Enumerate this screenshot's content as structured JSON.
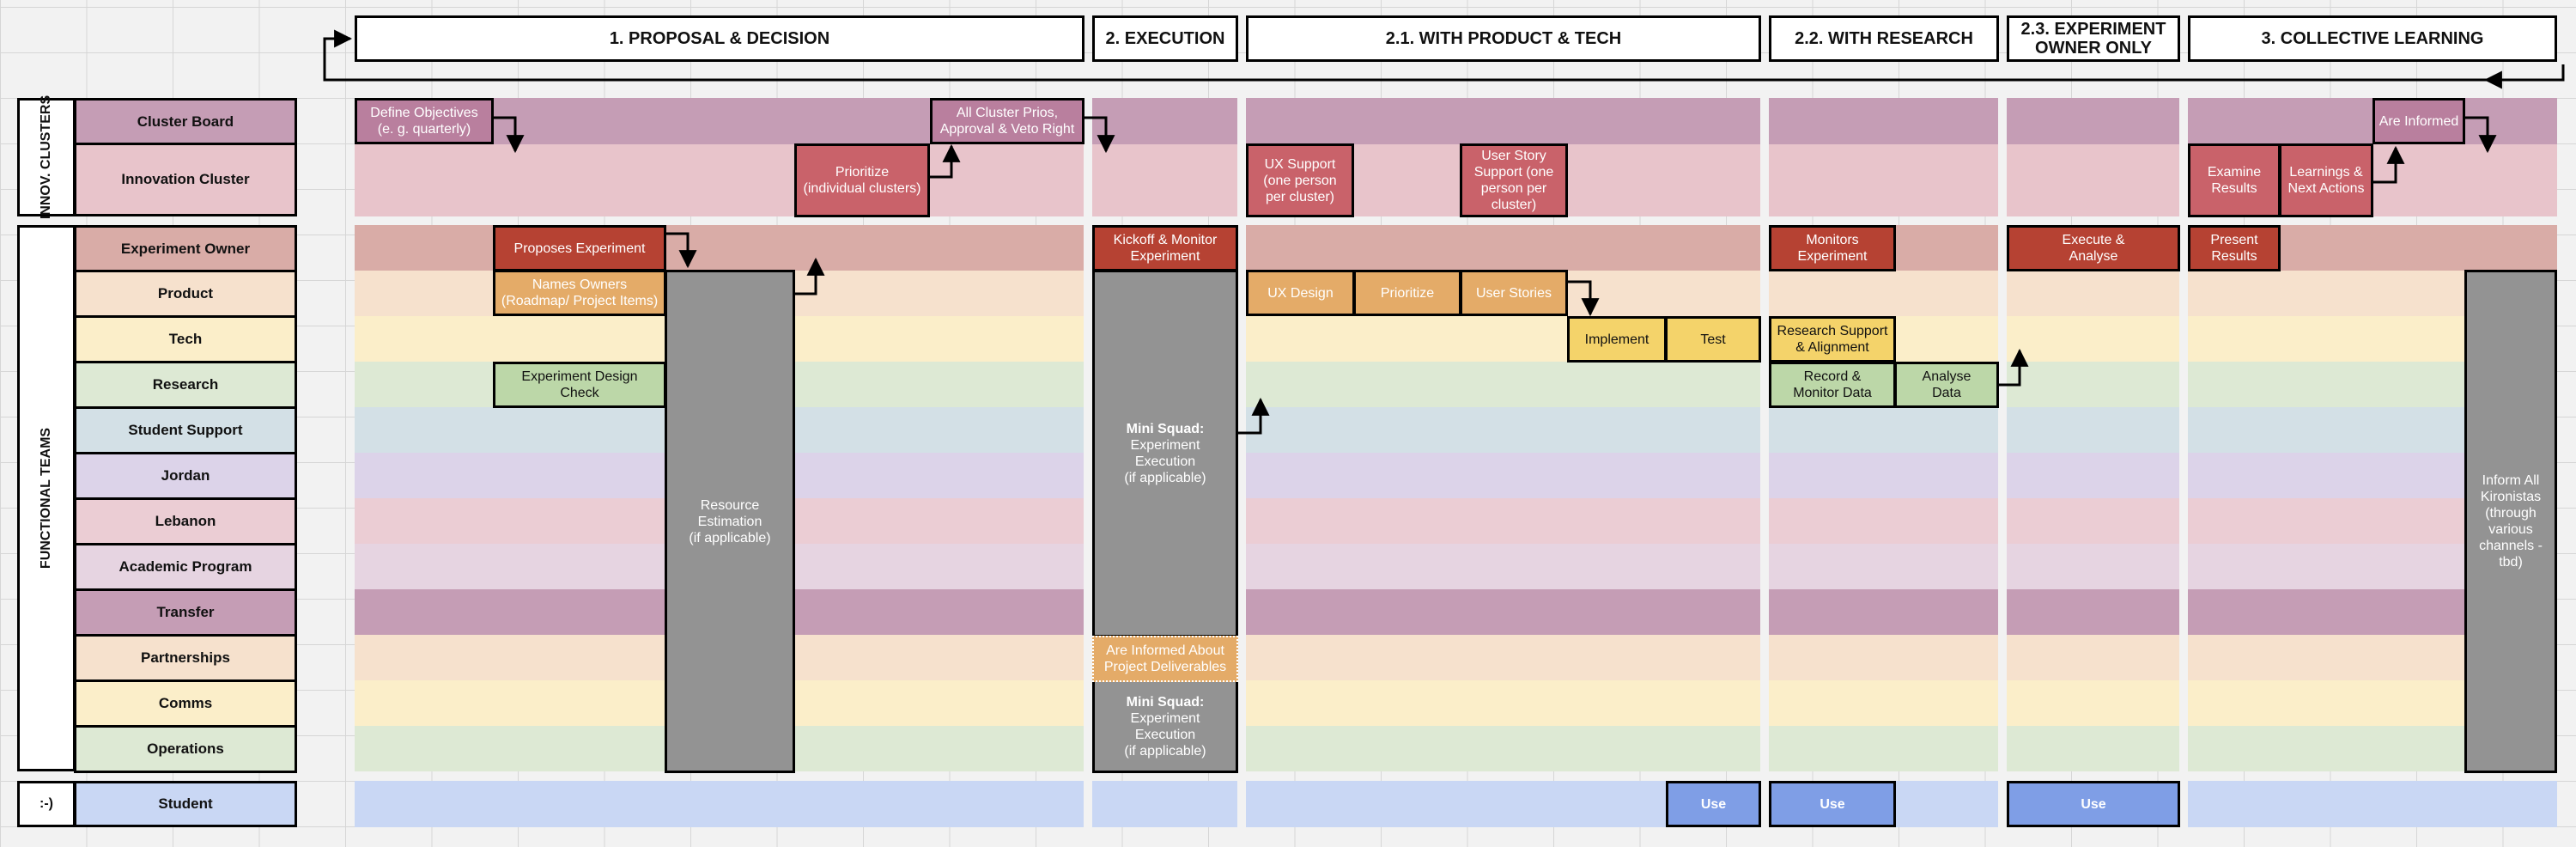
{
  "phases": [
    {
      "id": "p1",
      "label": "1. PROPOSAL & DECISION"
    },
    {
      "id": "p2",
      "label": "2. EXECUTION"
    },
    {
      "id": "p21",
      "label": "2.1. WITH PRODUCT & TECH"
    },
    {
      "id": "p22",
      "label": "2.2. WITH RESEARCH"
    },
    {
      "id": "p23",
      "label": "2.3. EXPERIMENT OWNER ONLY"
    },
    {
      "id": "p3",
      "label": "3. COLLECTIVE LEARNING"
    }
  ],
  "groups": {
    "innov": "INNOV. CLUSTERS",
    "functional": "FUNCTIONAL TEAMS",
    "smiley": ":-)"
  },
  "lanes": [
    {
      "label": "Cluster Board",
      "color": "#c59db5"
    },
    {
      "label": "Innovation Cluster",
      "color": "#e8c4cb"
    },
    {
      "label": "Experiment Owner",
      "color": "#d9aca7"
    },
    {
      "label": "Product",
      "color": "#f6e1cd"
    },
    {
      "label": "Tech",
      "color": "#fbeec9"
    },
    {
      "label": "Research",
      "color": "#dde9d4"
    },
    {
      "label": "Student Support",
      "color": "#d3e0e6"
    },
    {
      "label": "Jordan",
      "color": "#dcd3e9"
    },
    {
      "label": "Lebanon",
      "color": "#ebcdd4"
    },
    {
      "label": "Academic Program",
      "color": "#e6d4e1"
    },
    {
      "label": "Transfer",
      "color": "#c59db5"
    },
    {
      "label": "Partnerships",
      "color": "#f6e1cd"
    },
    {
      "label": "Comms",
      "color": "#fbeec9"
    },
    {
      "label": "Operations",
      "color": "#dde9d4"
    },
    {
      "label": "Student",
      "color": "#c9d7f4"
    }
  ],
  "boxes": {
    "define_objectives": "Define Objectives\n(e. g. quarterly)",
    "all_cluster_prios": "All Cluster Prios,\nApproval & Veto Right",
    "prioritize_clusters": "Prioritize\n(individual clusters)",
    "proposes_experiment": "Proposes Experiment",
    "names_owners": "Names Owners\n(Roadmap/ Project Items)",
    "experiment_design_check": "Experiment Design\nCheck",
    "resource_estimation": "Resource\nEstimation\n(if applicable)",
    "kickoff_monitor": "Kickoff & Monitor\nExperiment",
    "mini_squad_title": "Mini Squad:",
    "mini_squad_body": "Experiment\nExecution\n(if applicable)",
    "informed_deliverables": "Are Informed About\nProject Deliverables",
    "ux_support": "UX Support\n(one person\nper cluster)",
    "user_story_support": "User Story\nSupport (one\nperson per\ncluster)",
    "ux_design": "UX Design",
    "prioritize": "Prioritize",
    "user_stories": "User Stories",
    "implement": "Implement",
    "test": "Test",
    "monitors_experiment": "Monitors\nExperiment",
    "research_support": "Research Support\n& Alignment",
    "record_monitor": "Record &\nMonitor Data",
    "analyse_data": "Analyse\nData",
    "execute_analyse": "Execute &\nAnalyse",
    "examine_results": "Examine\nResults",
    "learnings_next": "Learnings &\nNext Actions",
    "are_informed": "Are Informed",
    "present_results": "Present\nResults",
    "inform_all": "Inform All\nKironistas\n(through\nvarious\nchannels -\ntbd)",
    "use": "Use"
  }
}
